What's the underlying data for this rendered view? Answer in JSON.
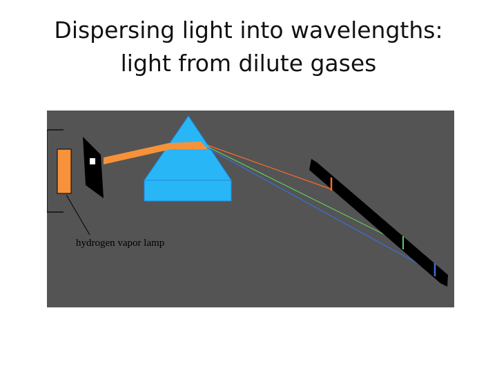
{
  "title": {
    "line1": "Dispersing light into wavelengths:",
    "line2": "light from dilute gases"
  },
  "diagram": {
    "lamp_label": "hydrogen vapor lamp",
    "colors": {
      "panel": "#545454",
      "lamp": "#f7923a",
      "beam": "#f7923a",
      "prism": "#29b6f6",
      "prism_outline": "#1e88e5",
      "screen": "#000000",
      "line_red": "#ff6a2a",
      "line_green": "#5fcf5f",
      "line_blue": "#3a6fd8",
      "label_text": "#000000"
    },
    "spectral_lines": [
      "red",
      "green",
      "blue"
    ]
  }
}
